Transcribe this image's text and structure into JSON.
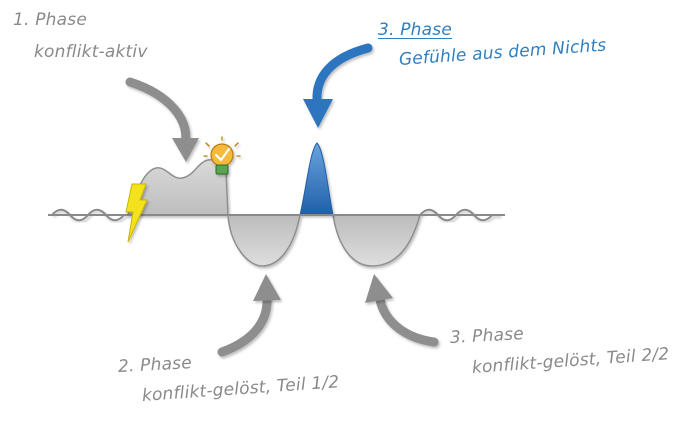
{
  "labels": {
    "phase1_title": "1. Phase",
    "phase1_desc": "konflikt-aktiv",
    "phase2_title": "2. Phase",
    "phase2_desc": "konflikt-gelöst, Teil 1/2",
    "phase3_title": "3. Phase",
    "phase3_desc": "konflikt-gelöst, Teil 2/2",
    "phase3b_title": "3. Phase",
    "phase3b_desc": "Gefühle aus dem Nichts"
  },
  "icons": [
    "lightning-icon",
    "lightbulb-icon"
  ],
  "colors": {
    "grey_text": "#8a8a8a",
    "blue_text": "#2f7fbf",
    "blue_peak": "#2e74c0",
    "grey_fill": "#cfcfcf",
    "lightning": "#f3e21b",
    "bulb": "#f5b93a"
  }
}
